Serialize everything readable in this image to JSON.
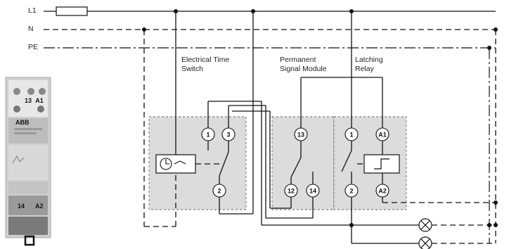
{
  "bus": {
    "l1": "L1",
    "n": "N",
    "pe": "PE"
  },
  "modules": {
    "time_switch": {
      "line1": "Electrical Time",
      "line2": "Switch"
    },
    "signal_module": {
      "line1": "Permanent",
      "line2": "Signal Module"
    },
    "latching_relay": {
      "line1": "Latching",
      "line2": "Relay"
    }
  },
  "terminals": {
    "ts_1": "1",
    "ts_3": "3",
    "ts_2": "2",
    "sm_13": "13",
    "sm_12": "12",
    "sm_14": "14",
    "lr_1": "1",
    "lr_2": "2",
    "lr_a1": "A1",
    "lr_a2": "A2"
  },
  "device_photo": {
    "brand": "ABB",
    "terminal_labels": [
      "13",
      "A1"
    ],
    "bottom_labels": [
      "14",
      "A2"
    ]
  }
}
